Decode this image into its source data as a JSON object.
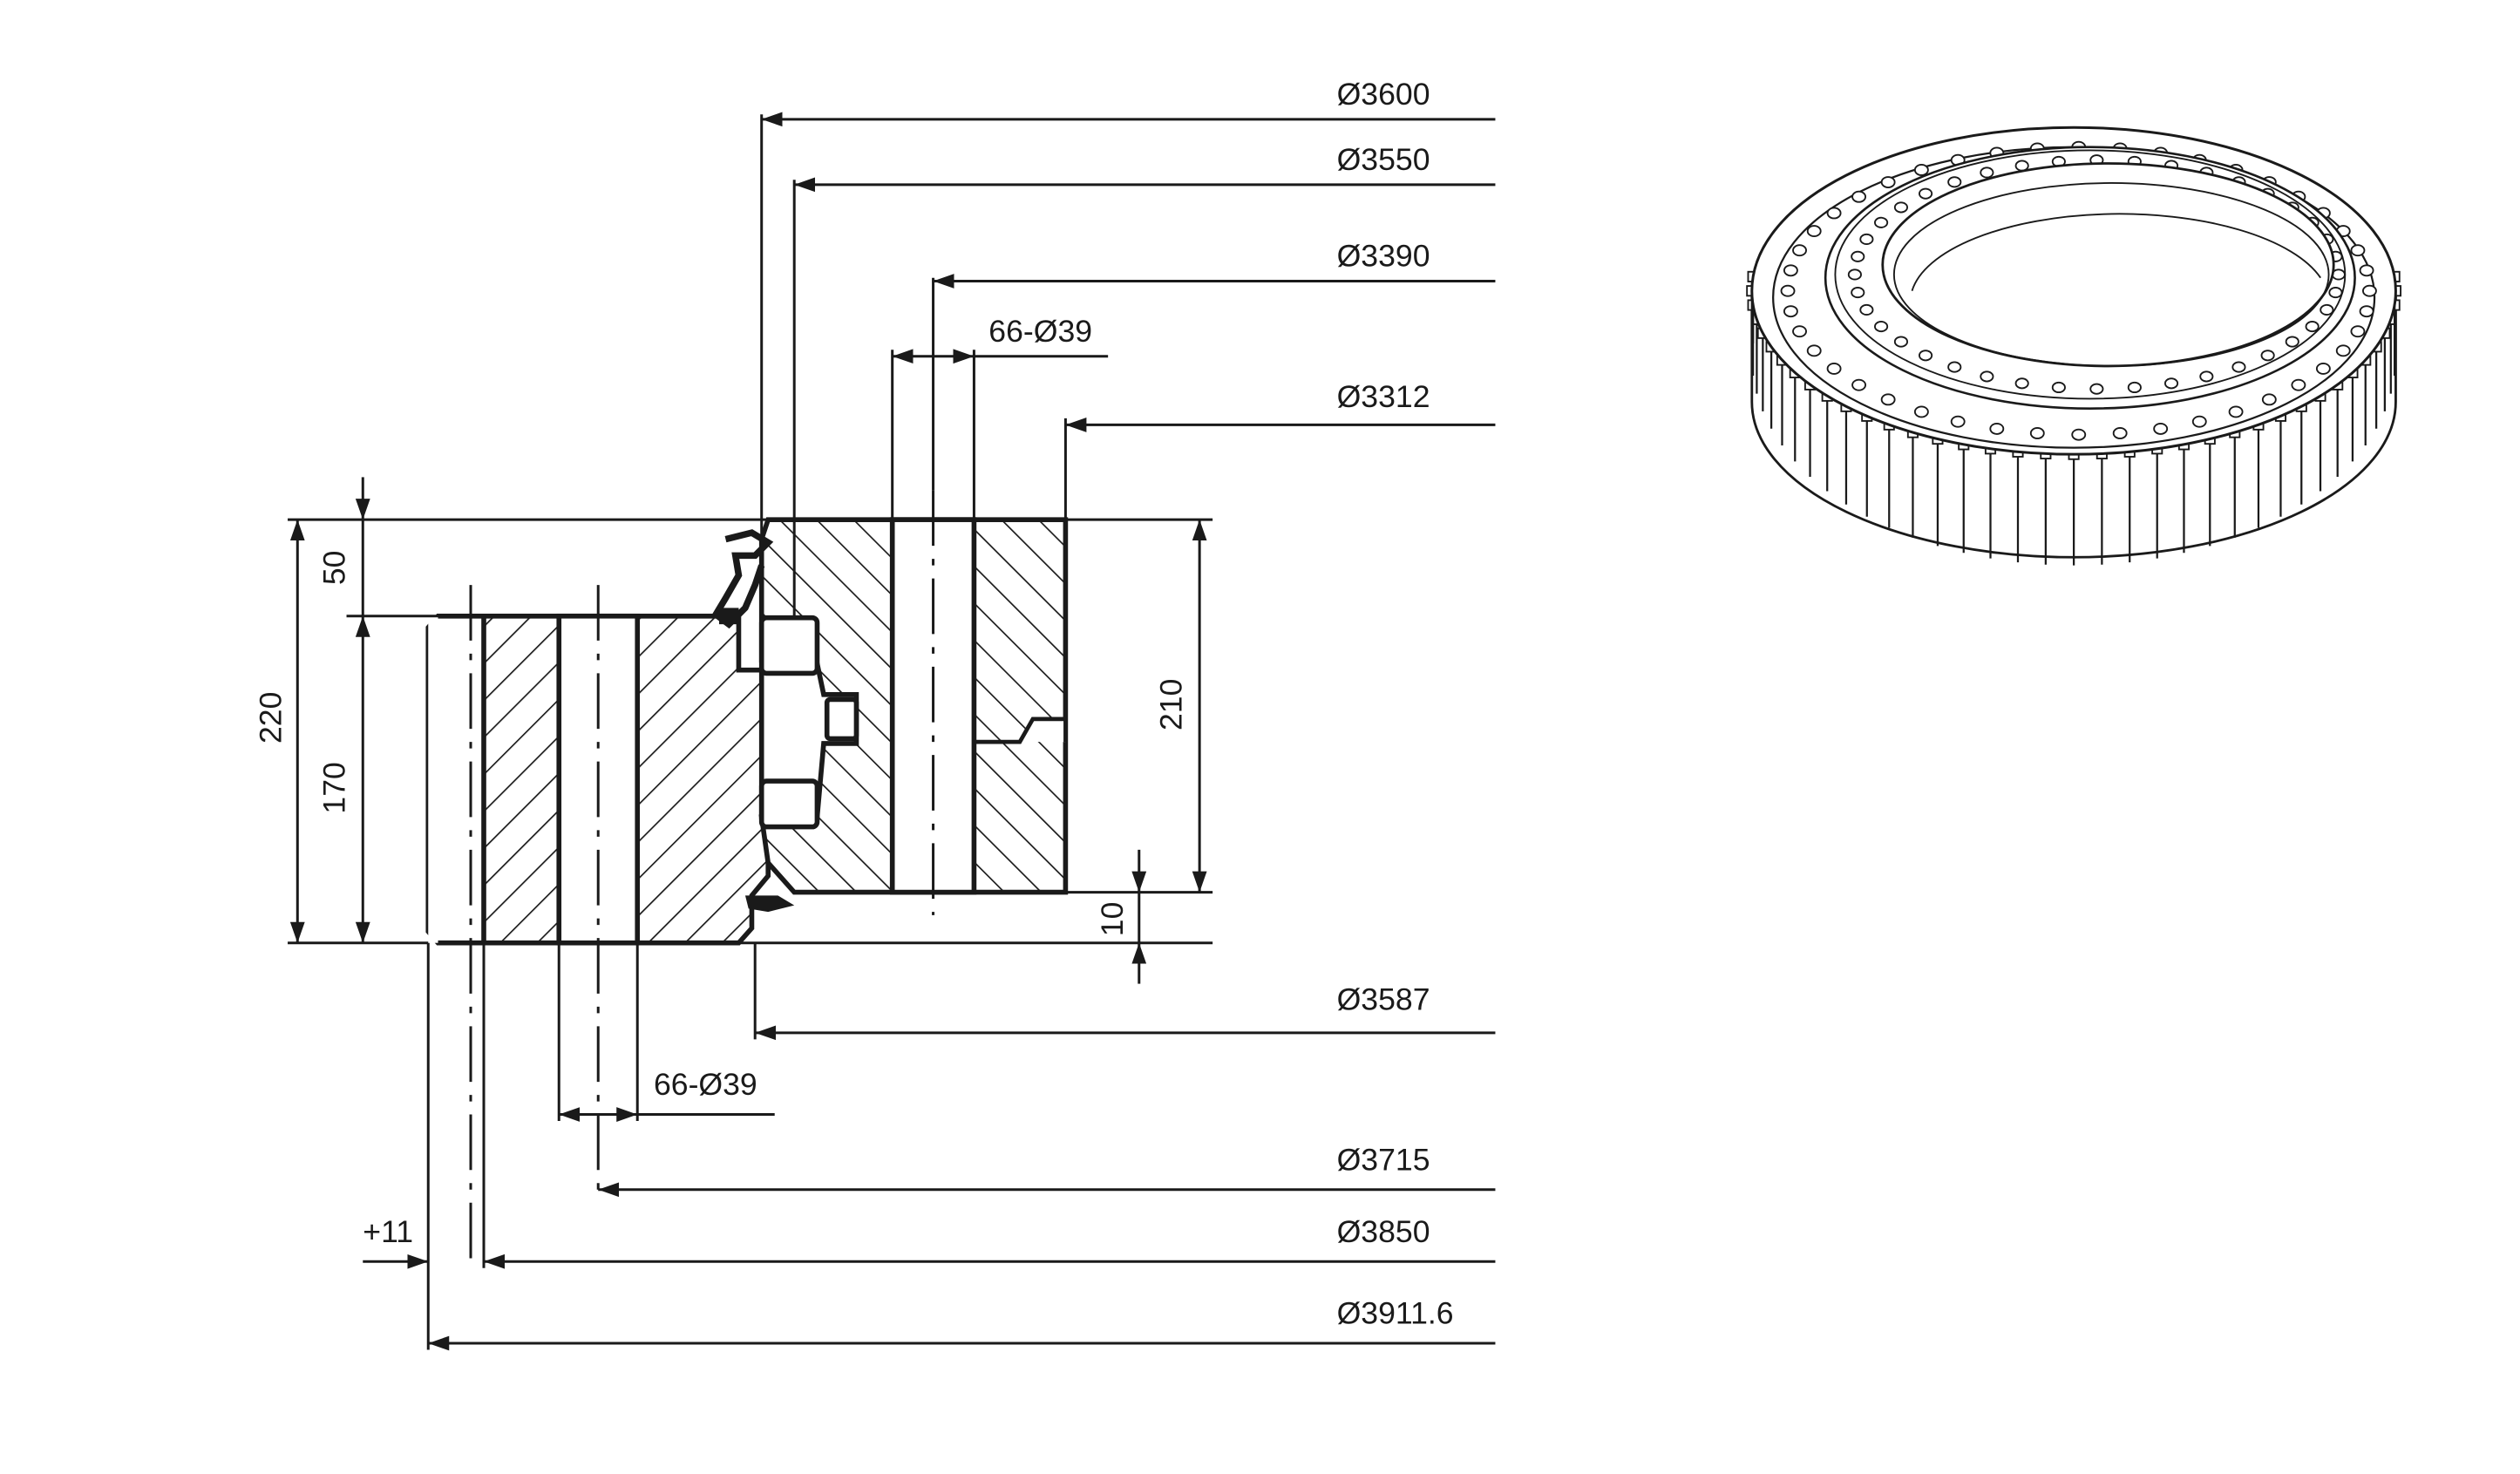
{
  "diameters": {
    "d3600": "Ø3600",
    "d3550": "Ø3550",
    "d3390": "Ø3390",
    "d3312": "Ø3312",
    "d3587": "Ø3587",
    "d3715": "Ø3715",
    "d3850": "Ø3850",
    "d3911": "Ø3911.6"
  },
  "holes": {
    "upper": "66-Ø39",
    "lower": "66-Ø39"
  },
  "heights": {
    "h50": "50",
    "h220": "220",
    "h170": "170",
    "h210": "210",
    "h10": "10",
    "offset": "+11"
  },
  "colors": {
    "line": "#1a1a1a",
    "background": "#ffffff"
  }
}
